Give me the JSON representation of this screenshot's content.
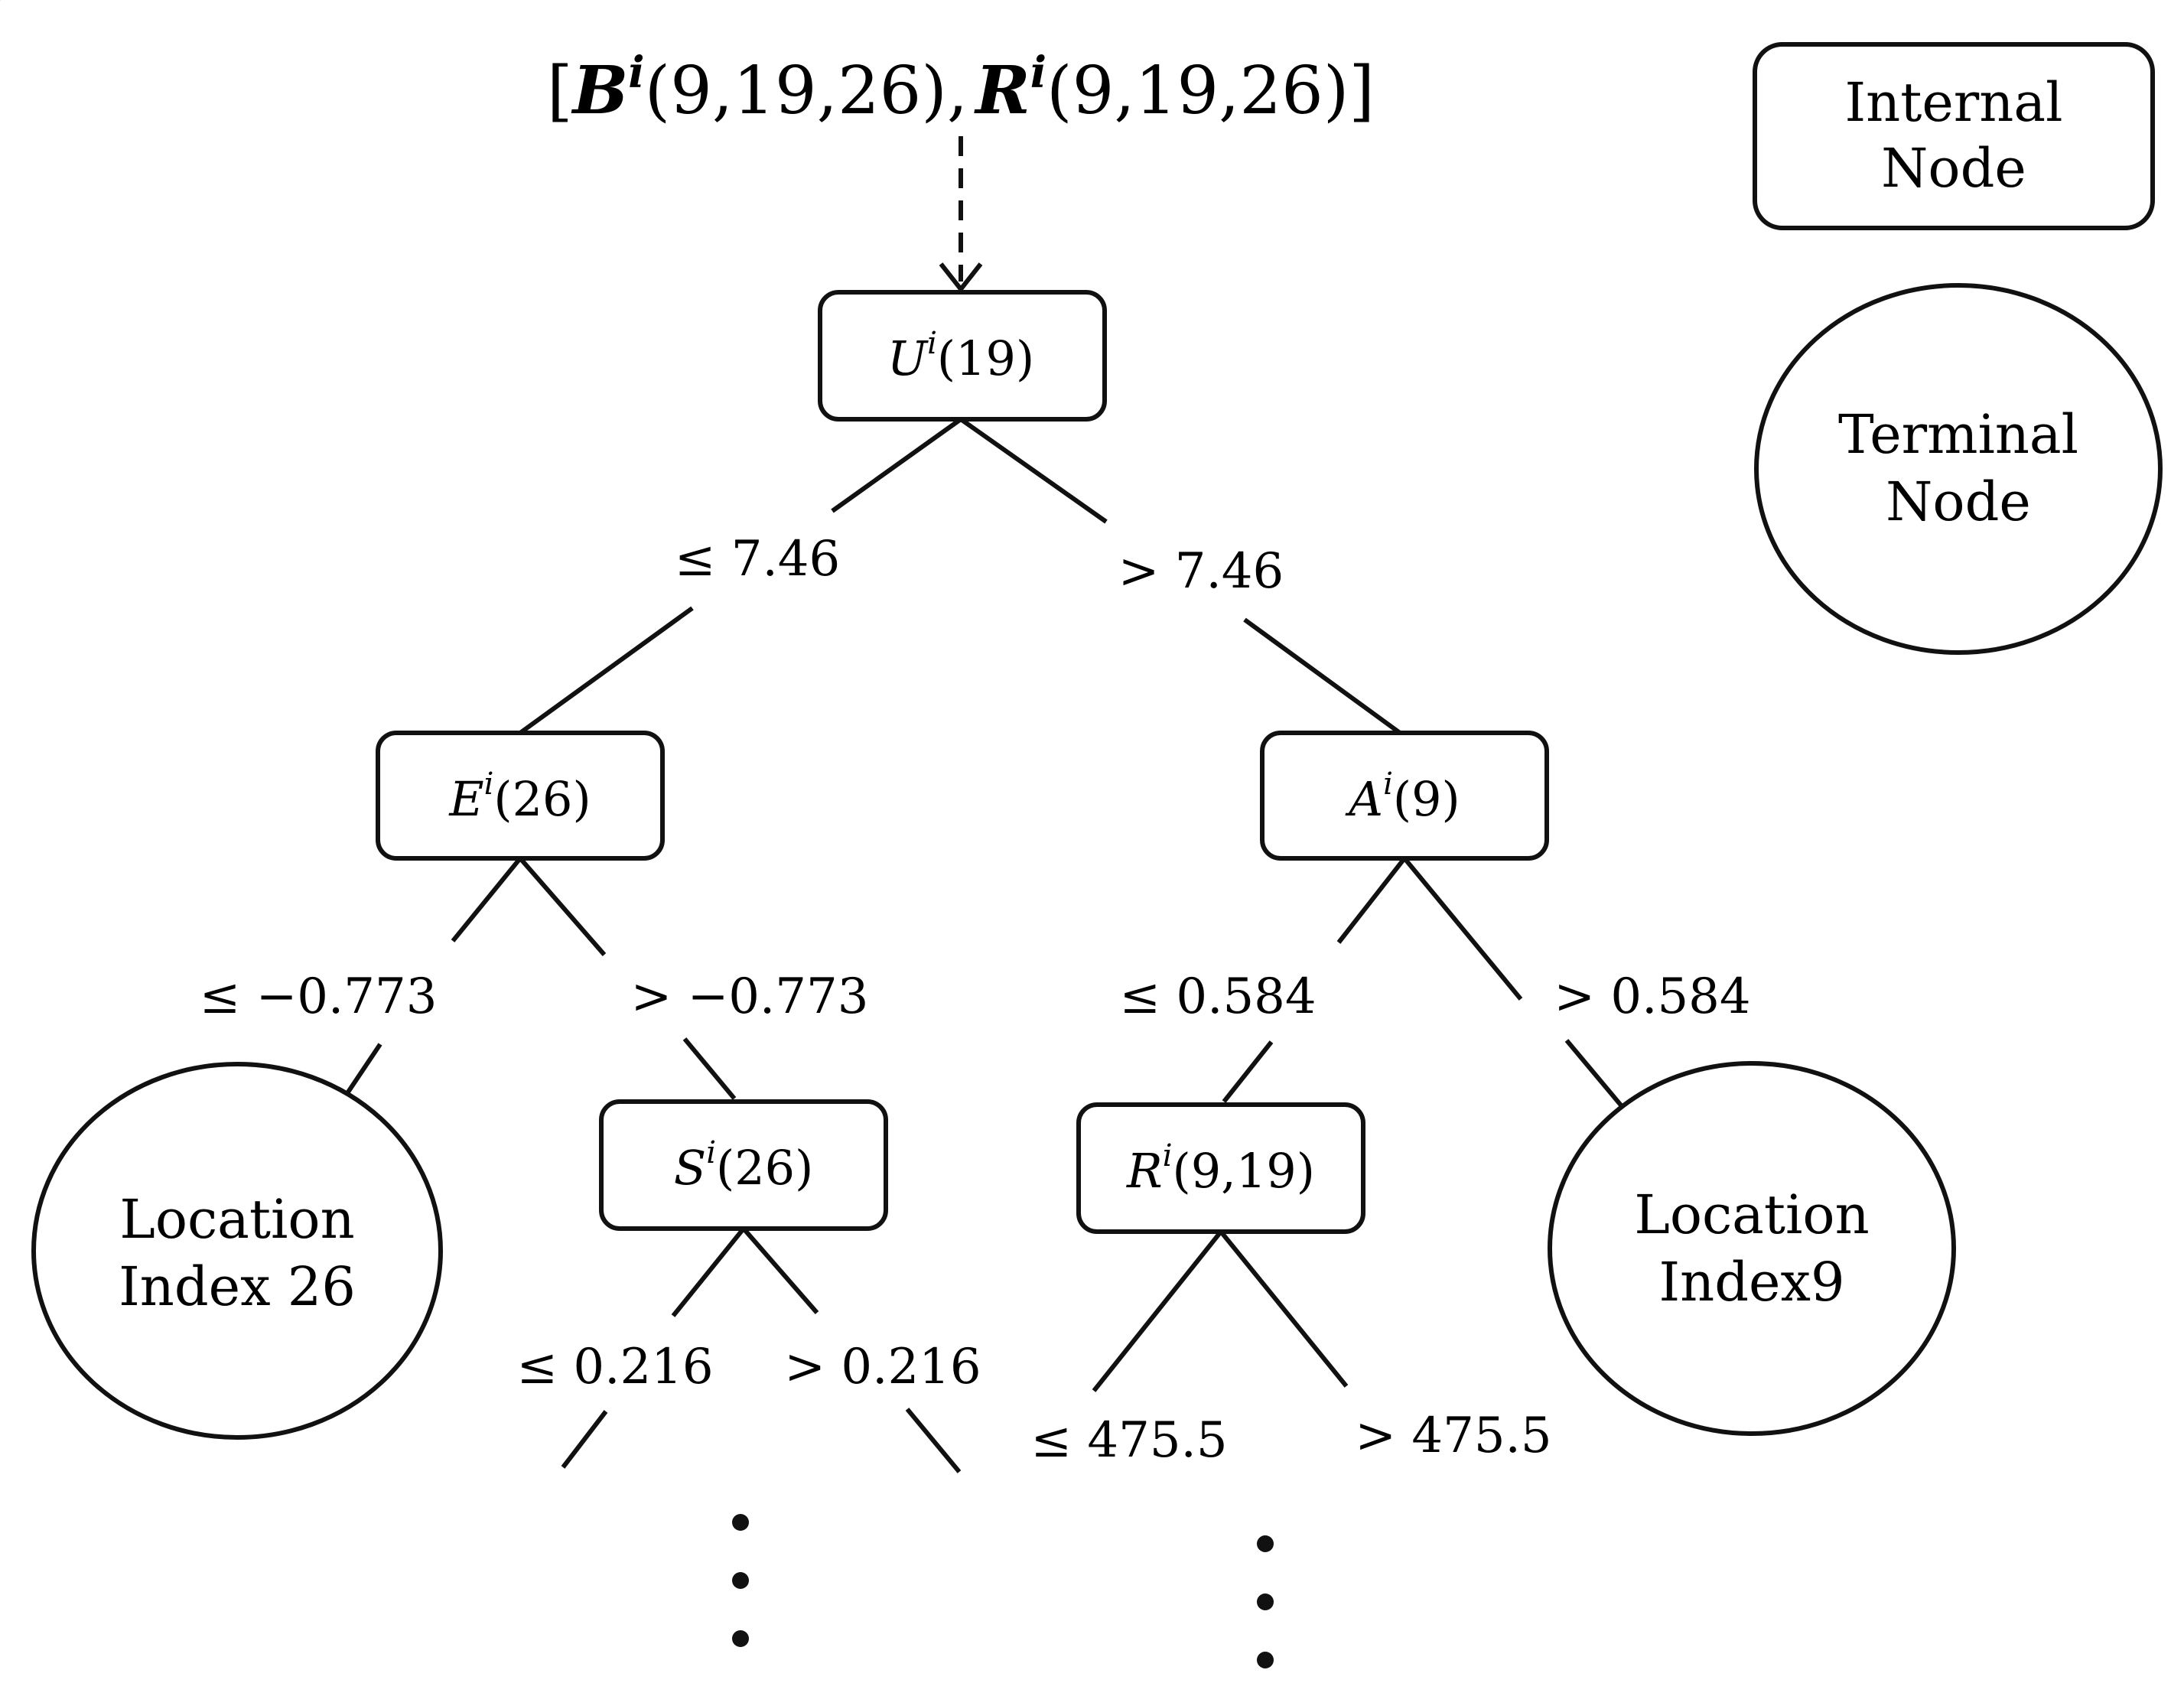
{
  "input": {
    "open": "[",
    "b_sym": "B",
    "b_sup": "i",
    "b_args": "(9,19,26),",
    "r_sym": "R",
    "r_sup": "i",
    "r_args": "(9,19,26)",
    "close": "]"
  },
  "legend": {
    "internal_line1": "Internal",
    "internal_line2": "Node",
    "terminal_line1": "Terminal",
    "terminal_line2": "Node"
  },
  "nodes": {
    "root": {
      "sym": "U",
      "sup": "i",
      "args": "(19)"
    },
    "left": {
      "sym": "E",
      "sup": "i",
      "args": "(26)"
    },
    "right": {
      "sym": "A",
      "sup": "i",
      "args": "(9)"
    },
    "left_right": {
      "sym": "S",
      "sup": "i",
      "args": "(26)"
    },
    "right_left": {
      "sym": "R",
      "sup": "i",
      "args": "(9,19)"
    }
  },
  "terminals": {
    "left_left_line1": "Location",
    "left_left_line2": "Index 26",
    "right_right_line1": "Location",
    "right_right_line2": "Index9"
  },
  "edges": {
    "root_left": "≤ 7.46",
    "root_right": "> 7.46",
    "e_left": "≤ −0.773",
    "e_right": "> −0.773",
    "a_left": "≤ 0.584",
    "a_right": "> 0.584",
    "s_left": "≤ 0.216",
    "s_right": "> 0.216",
    "r_left": "≤ 475.5",
    "r_right": "> 475.5"
  },
  "ellipsis": {
    "left": "⋮",
    "right": "⋮"
  }
}
